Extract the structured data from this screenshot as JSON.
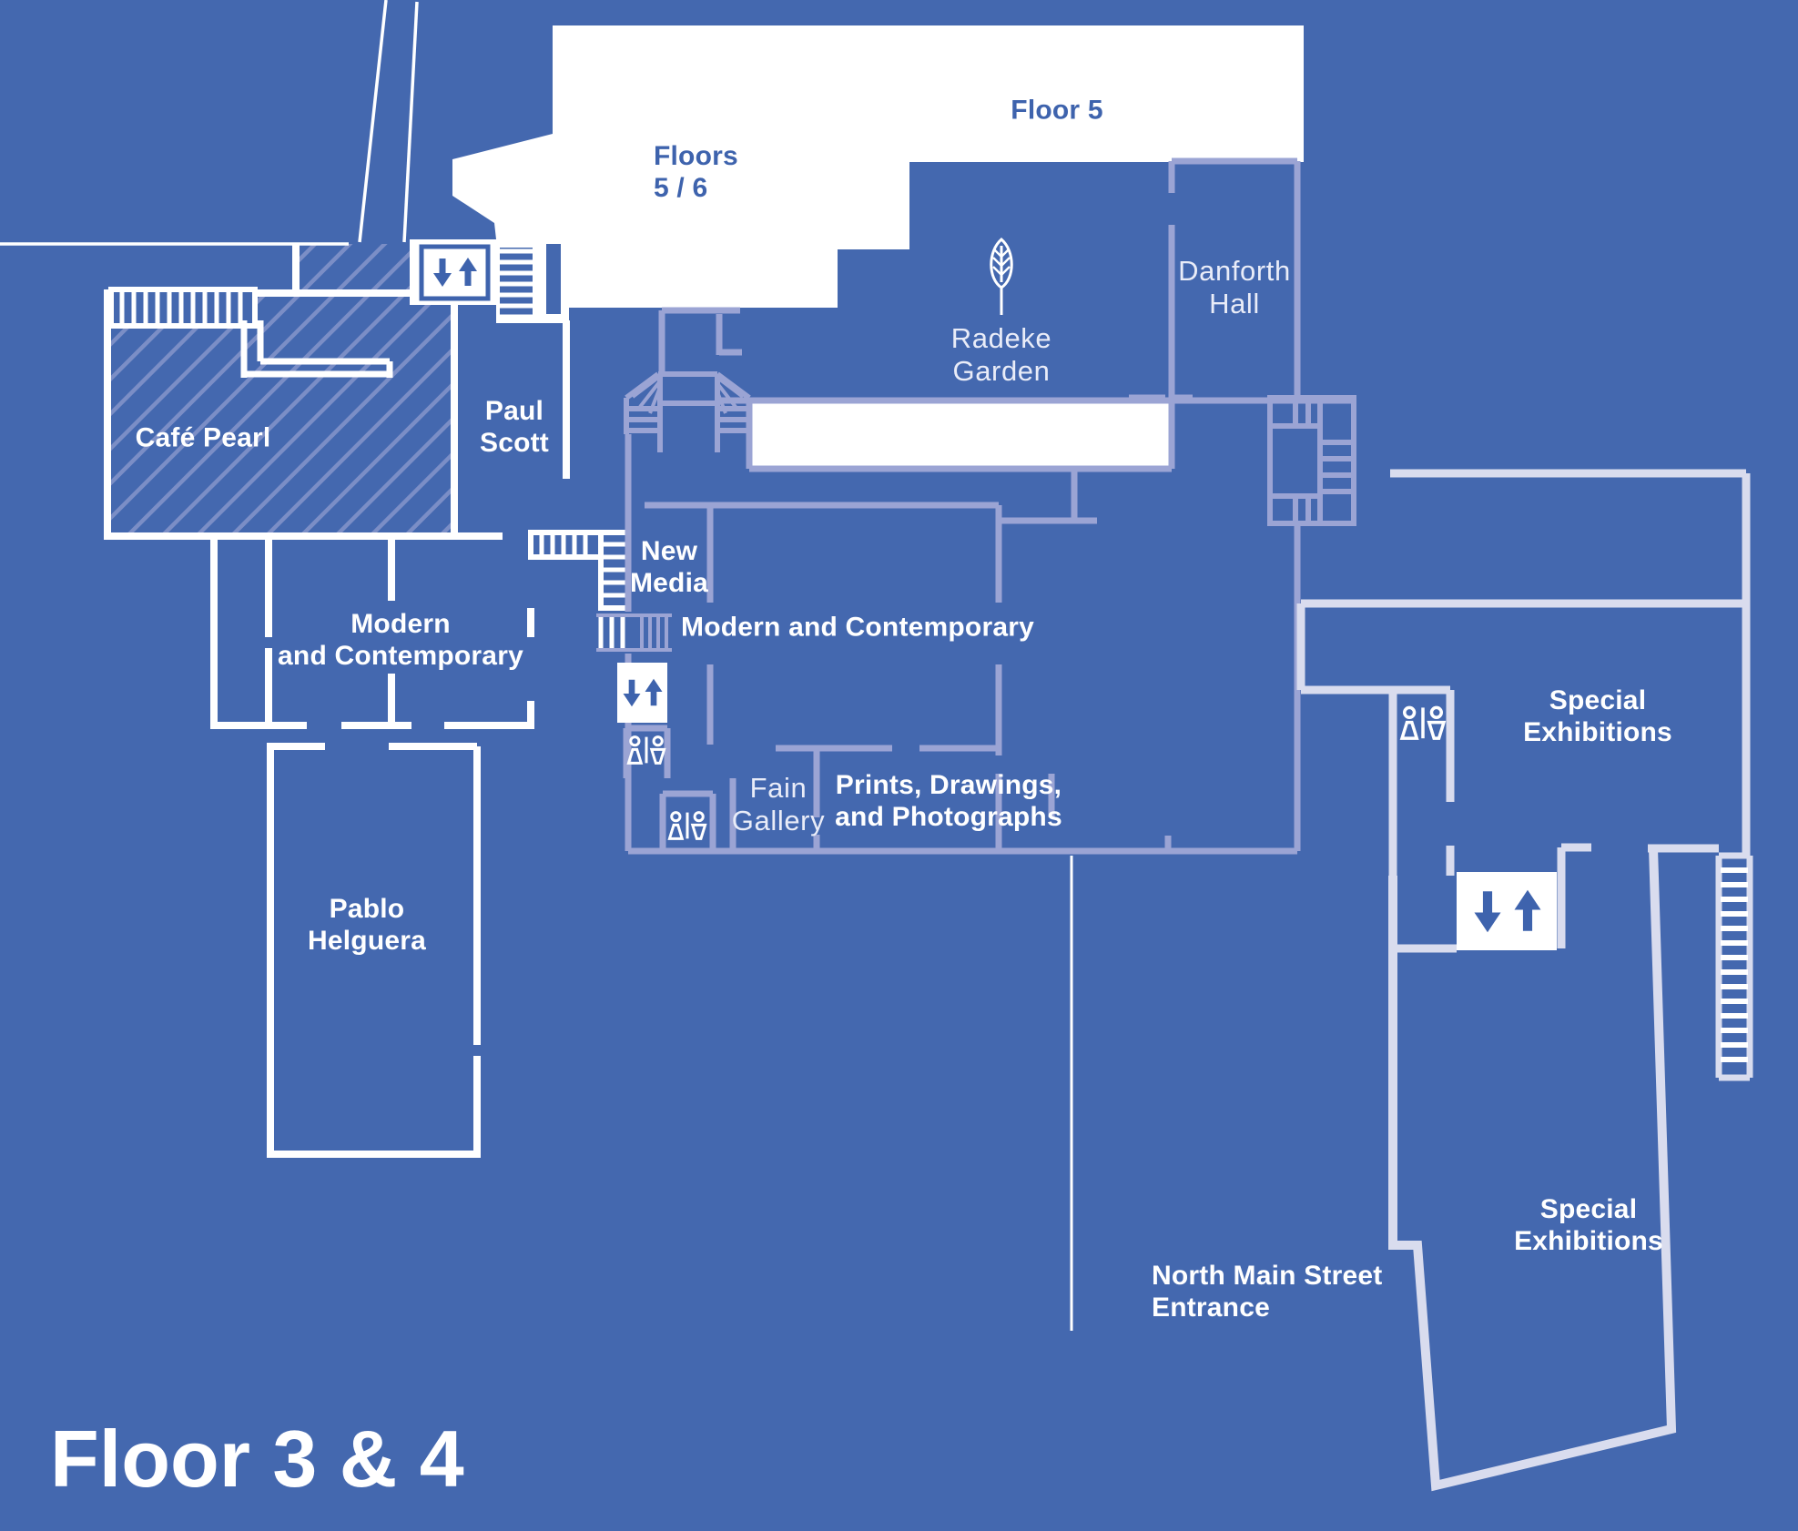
{
  "map": {
    "name": "museum-floor-plan",
    "floor_title": "Floor 3 & 4",
    "colors": {
      "background_blue": "#4468af",
      "hatch_stripe": "#7b8ec6",
      "wall_white": "#ffffff",
      "wall_lavender": "#9ba4d4",
      "wall_light_lavender": "#d9dcee",
      "accent_blue_text": "#3e63ad"
    },
    "icons": {
      "elevator": "down-up-arrows",
      "restroom": "man-woman-figures",
      "garden": "leaf",
      "stairs": "tread-ladder"
    }
  },
  "labels": {
    "cafe_pearl": "Café Pearl",
    "paul_scott": "Paul\nScott",
    "modern_contemporary_west": "Modern\nand Contemporary",
    "pablo_helguera": "Pablo\nHelguera",
    "new_media": "New\nMedia",
    "modern_contemporary_main": "Modern and Contemporary",
    "fain_gallery": "Fain\nGallery",
    "prints_drawings": "Prints, Drawings,\nand Photographs",
    "danforth_hall": "Danforth\nHall",
    "radeke_garden": "Radeke\nGarden",
    "special_exhibitions_upper": "Special Exhibitions",
    "special_exhibitions_lower": "Special Exhibitions",
    "north_main_entrance": "North Main Street\nEntrance",
    "floors_5_6": "Floors\n5 / 6",
    "floor_5": "Floor 5",
    "floor_title": "Floor 3 & 4"
  }
}
